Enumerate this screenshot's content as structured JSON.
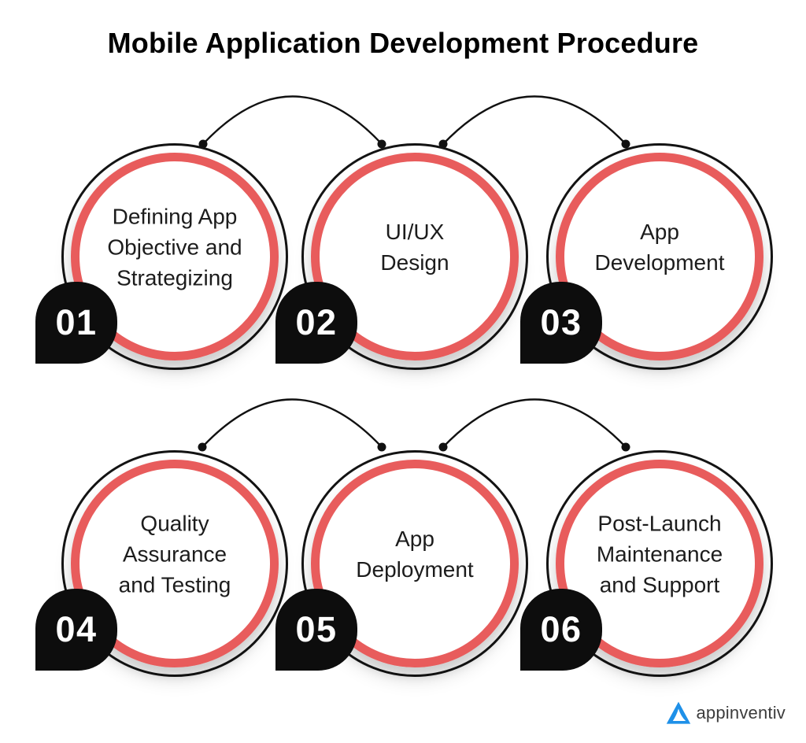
{
  "title": "Mobile Application Development Procedure",
  "steps": [
    {
      "number": "01",
      "lines": [
        "Defining App",
        "Objective and",
        "Strategizing"
      ]
    },
    {
      "number": "02",
      "lines": [
        "UI/UX",
        "Design"
      ]
    },
    {
      "number": "03",
      "lines": [
        "App",
        "Development"
      ]
    },
    {
      "number": "04",
      "lines": [
        "Quality",
        "Assurance",
        "and Testing"
      ]
    },
    {
      "number": "05",
      "lines": [
        "App",
        "Deployment"
      ]
    },
    {
      "number": "06",
      "lines": [
        "Post-Launch",
        "Maintenance",
        "and Support"
      ]
    }
  ],
  "logo": {
    "brand": "appinventiv",
    "icon": "appinventiv-triangle-a-icon"
  },
  "colors": {
    "ring_red": "#E85C5C",
    "circle_outline": "#131313",
    "badge_background": "#0D0D0D",
    "badge_text": "#FFFFFF",
    "title_text": "#000000",
    "label_text": "#1C1C1C",
    "connector": "#111111",
    "logo_blue": "#1E90E8",
    "logo_text": "#3C3C3C",
    "background": "#FFFFFF"
  }
}
